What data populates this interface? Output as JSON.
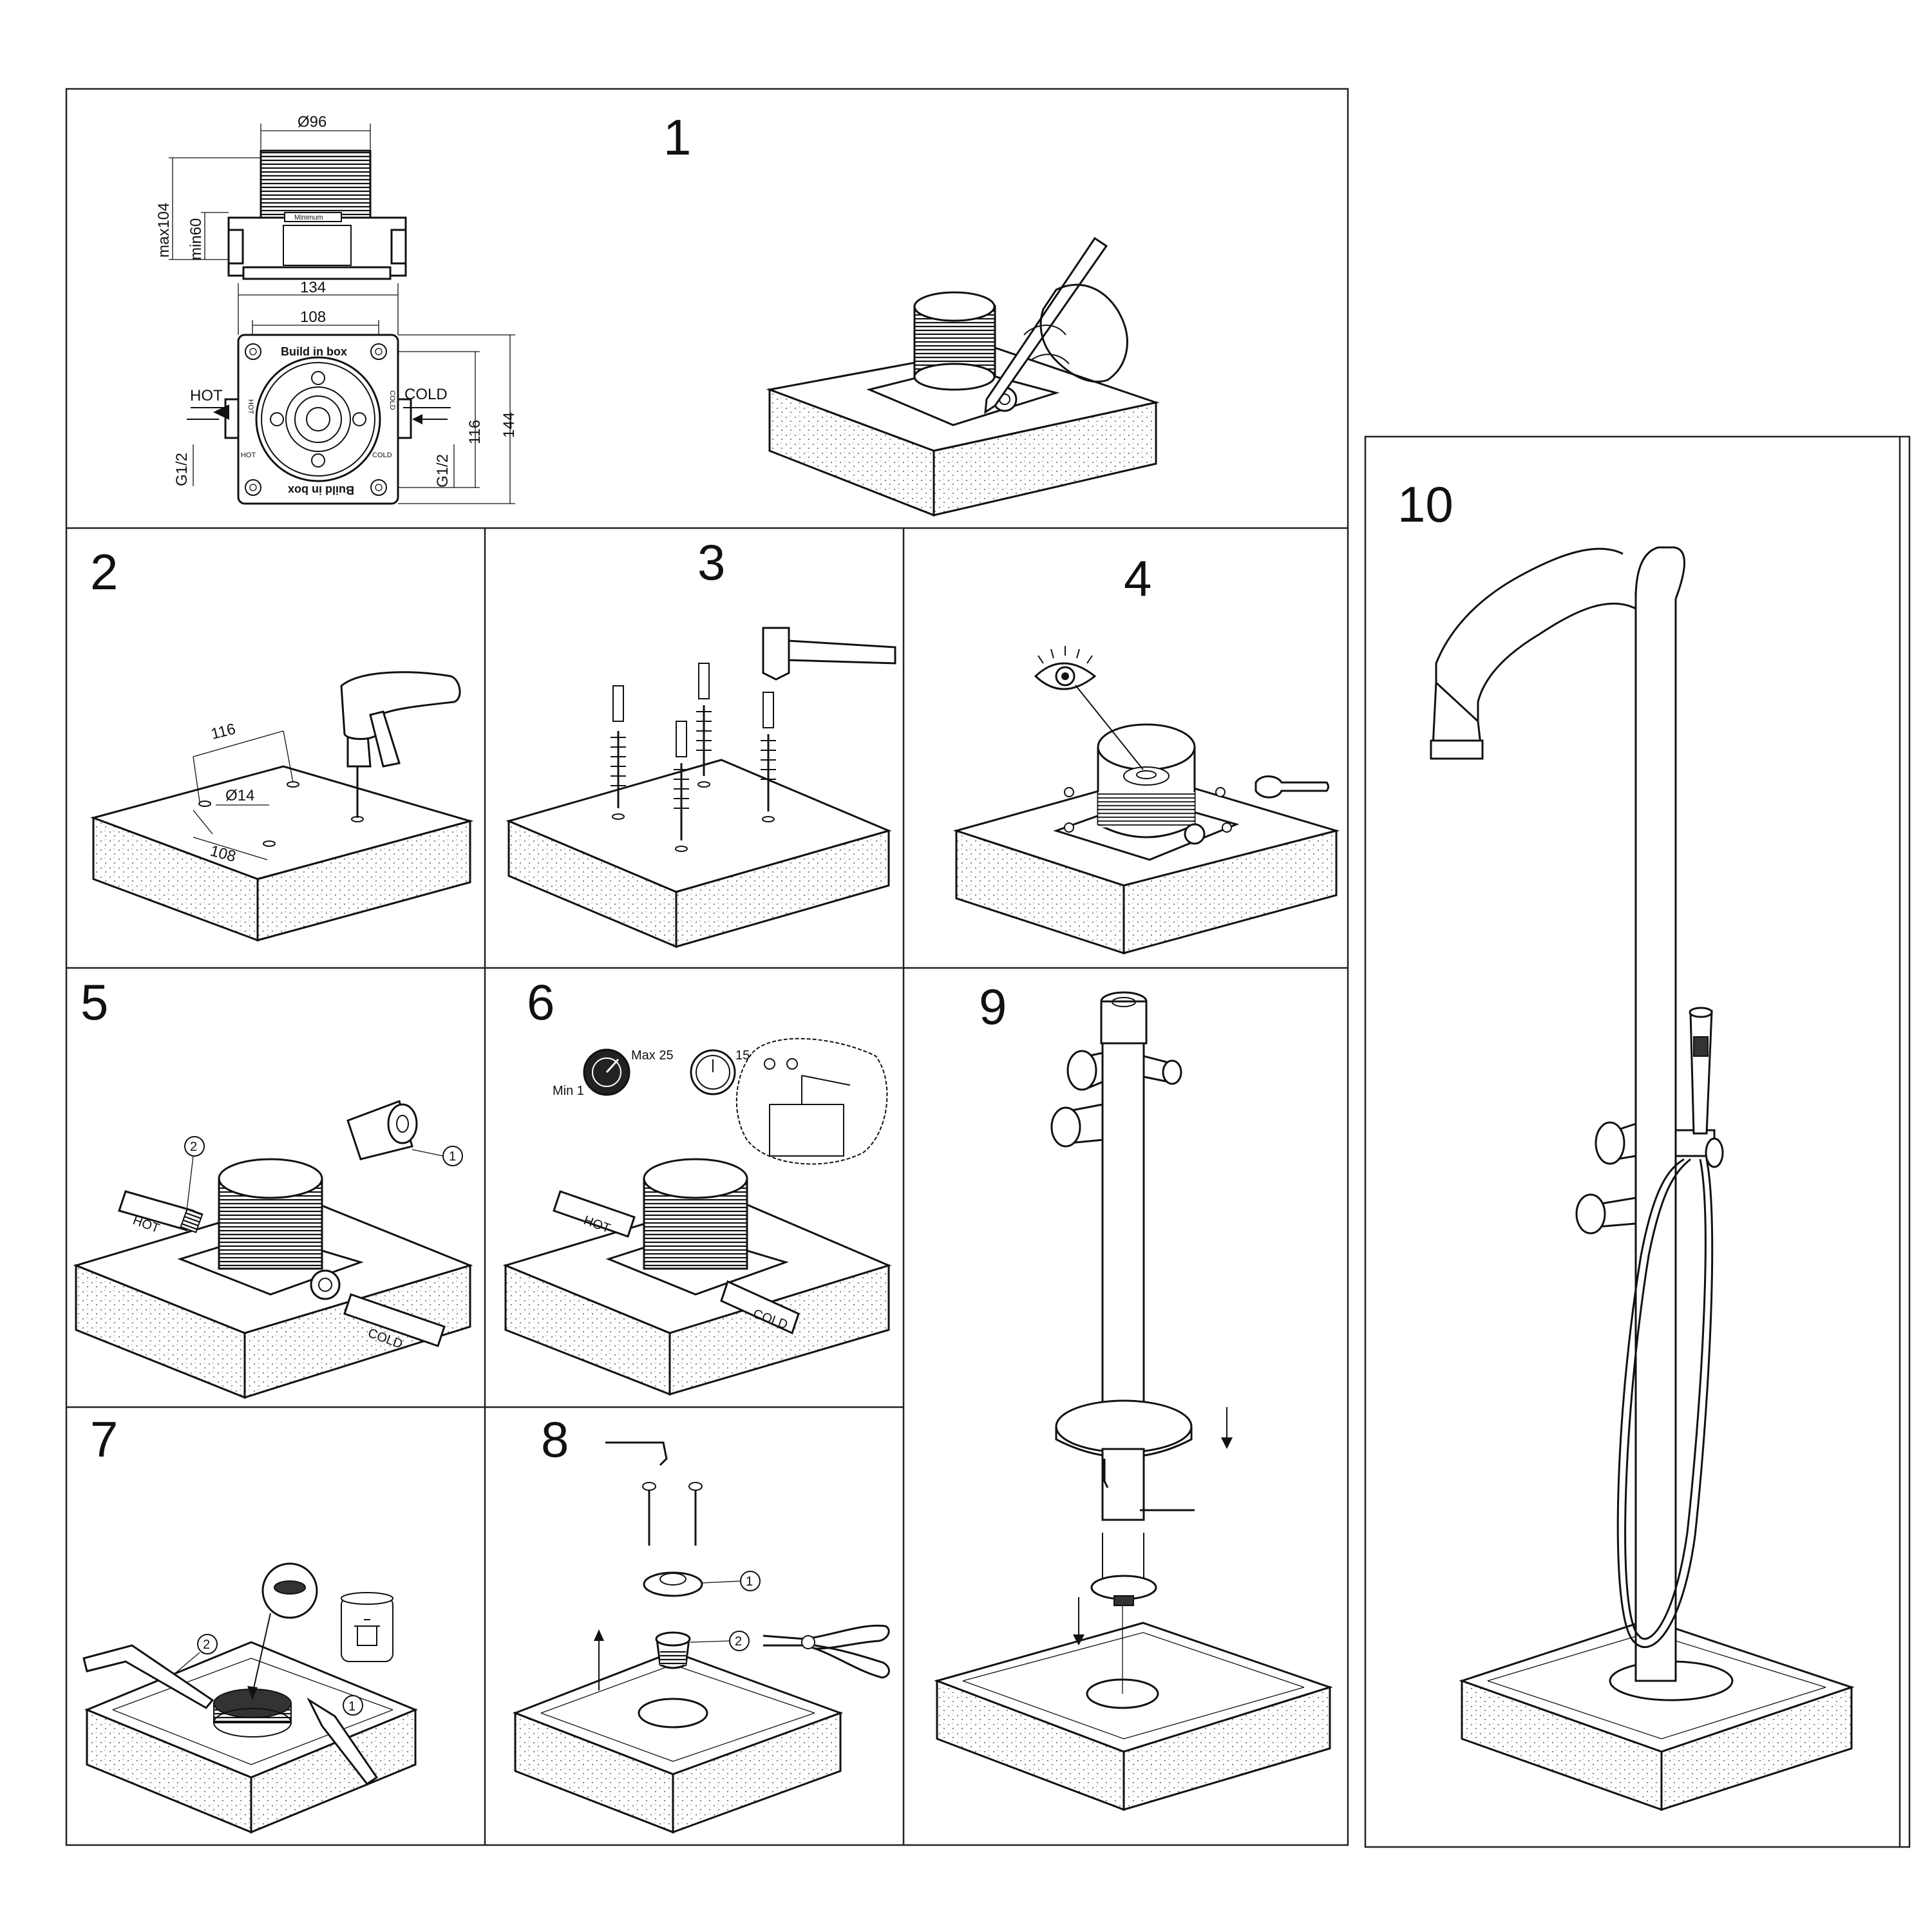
{
  "steps": {
    "s1": "1",
    "s2": "2",
    "s3": "3",
    "s4": "4",
    "s5": "5",
    "s6": "6",
    "s7": "7",
    "s8": "8",
    "s9": "9",
    "s10": "10"
  },
  "step1": {
    "dim_diameter": "Ø96",
    "dim_max": "max104",
    "dim_min": "min60",
    "minimum_label": "Minimum",
    "dim_width": "134",
    "dim_hole_spacing": "108",
    "box_label_top": "Build in box",
    "box_label_bottom": "Build in box",
    "hot_label": "HOT",
    "cold_label": "COLD",
    "hot_small": "HOT",
    "cold_small": "COLD",
    "thread_left": "G1/2",
    "thread_right": "G1/2",
    "dim_116": "116",
    "dim_144": "144"
  },
  "step2": {
    "dim_116": "116",
    "dim_hole": "Ø14",
    "dim_108": "108"
  },
  "step5": {
    "hot_label": "HOT",
    "cold_label": "COLD",
    "callout_1": "1",
    "callout_2": "2"
  },
  "step6": {
    "gauge_max": "Max 25",
    "gauge_min": "Min 1",
    "gauge_value": "15",
    "hot_label": "HOT",
    "cold_label": "COLD"
  },
  "step7": {
    "callout_1": "1",
    "callout_2": "2"
  },
  "step8": {
    "callout_1": "1",
    "callout_2": "2"
  },
  "colors": {
    "line": "#111111",
    "background": "#ffffff",
    "stipple": "#777777"
  },
  "icons": [
    "pencil-hand-icon",
    "drill-icon",
    "hammer-icon",
    "eye-icon",
    "wrench-icon",
    "pipe-tape-icon",
    "pressure-gauge-icon",
    "pressure-pump-icon",
    "knife-icon",
    "trash-bin-icon",
    "pliers-icon",
    "hex-key-icon",
    "floor-mixer-icon"
  ]
}
